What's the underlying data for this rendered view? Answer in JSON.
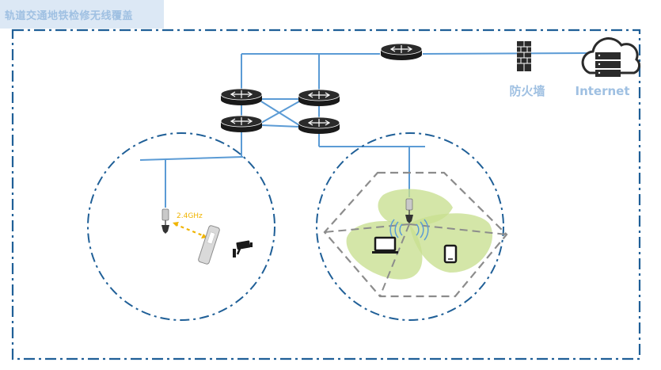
{
  "title": "轨道交通地铁检修无线覆盖",
  "labels": {
    "firewall": "防火墙",
    "internet": "Internet",
    "frequency": "2.4GHz"
  },
  "icons": {
    "router": "router-icon",
    "firewall": "firewall-icon",
    "cloud": "cloud-server-icon",
    "access_point": "access-point-icon",
    "handheld": "handheld-terminal-icon",
    "camera": "camera-icon",
    "laptop": "laptop-icon",
    "tablet": "tablet-icon",
    "wifi": "wifi-signal-icon"
  },
  "colors": {
    "link": "#5b9bd5",
    "border": "#1f5f97",
    "coverage": "#c8df8f",
    "frequency": "#f0b400",
    "label": "#9fc0e2",
    "hex": "#8c8c8c"
  }
}
